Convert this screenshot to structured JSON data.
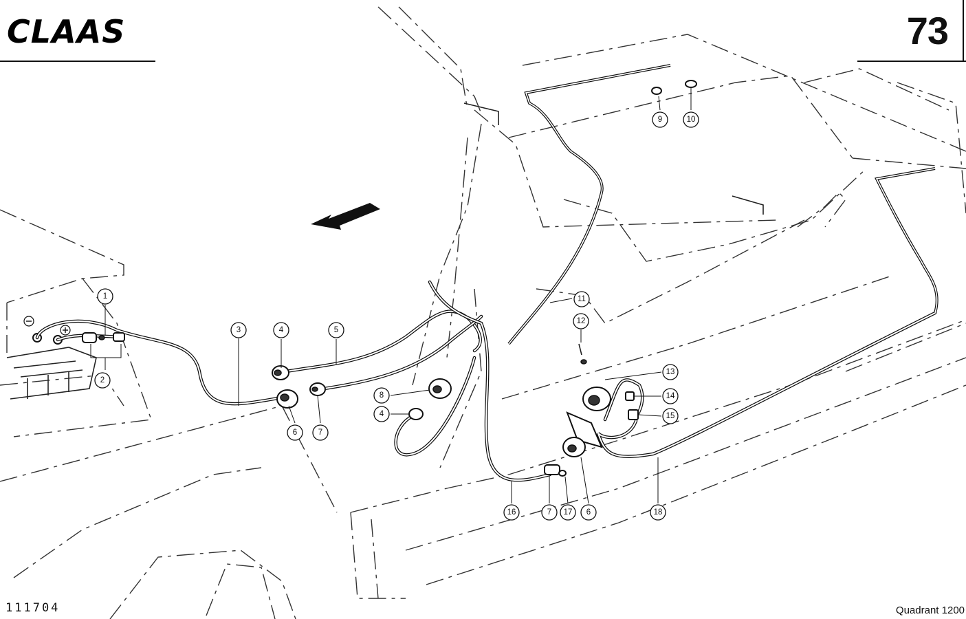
{
  "header": {
    "brand": "CLAAS",
    "page_number": "73"
  },
  "footer": {
    "drawing_number": "111704",
    "model": "Quadrant 1200"
  },
  "diagram": {
    "polarity_labels": [
      "⊖",
      "⊕"
    ],
    "callouts": [
      {
        "id": "c1",
        "label": "1"
      },
      {
        "id": "c2",
        "label": "2"
      },
      {
        "id": "c3",
        "label": "3"
      },
      {
        "id": "c4a",
        "label": "4"
      },
      {
        "id": "c5",
        "label": "5"
      },
      {
        "id": "c6a",
        "label": "6"
      },
      {
        "id": "c7a",
        "label": "7"
      },
      {
        "id": "c8",
        "label": "8"
      },
      {
        "id": "c4b",
        "label": "4"
      },
      {
        "id": "c9",
        "label": "9"
      },
      {
        "id": "c10",
        "label": "10"
      },
      {
        "id": "c11",
        "label": "11"
      },
      {
        "id": "c12",
        "label": "12"
      },
      {
        "id": "c13",
        "label": "13"
      },
      {
        "id": "c14",
        "label": "14"
      },
      {
        "id": "c15",
        "label": "15"
      },
      {
        "id": "c16",
        "label": "16"
      },
      {
        "id": "c7b",
        "label": "7"
      },
      {
        "id": "c17",
        "label": "17"
      },
      {
        "id": "c6b",
        "label": "6"
      },
      {
        "id": "c18",
        "label": "18"
      }
    ]
  }
}
